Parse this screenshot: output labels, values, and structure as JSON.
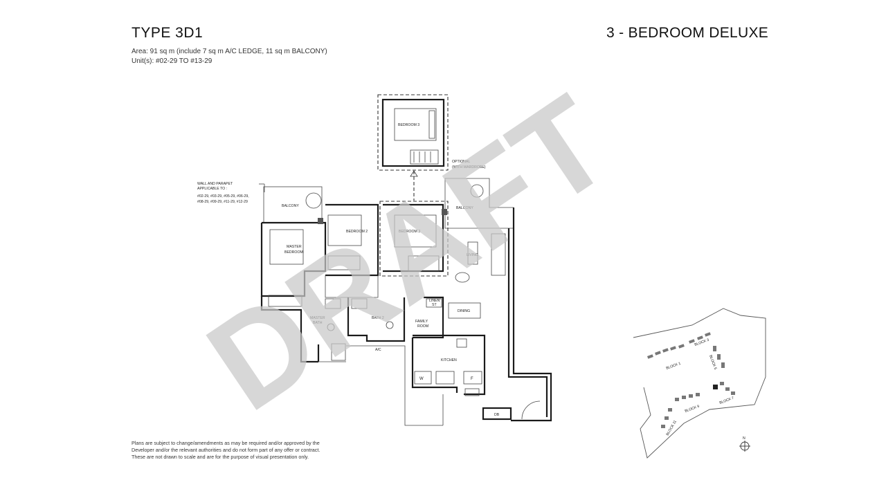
{
  "header": {
    "type_title": "TYPE 3D1",
    "plan_title": "3 - BEDROOM DELUXE",
    "area": "Area: 91 sq m (include 7 sq m A/C LEDGE, 11 sq m BALCONY)",
    "units": "Unit(s): #02-29 TO #13-29"
  },
  "floorplan": {
    "rooms": {
      "bedroom3_optional": "BEDROOM 3",
      "optional_note_1": "OPTIONAL",
      "optional_note_2": "(WITH WARDROBE)",
      "balcony_left": "BALCONY",
      "balcony_right": "BALCONY",
      "bedroom2": "BEDROOM 2",
      "bedroom3": "BEDROOM 3",
      "master_bedroom_1": "MASTER",
      "master_bedroom_2": "BEDROOM",
      "living": "LIVING",
      "linen_1": "LINEN",
      "linen_2": "ST",
      "dining": "DINING",
      "master_bath_1": "MASTER",
      "master_bath_2": "BATH",
      "bath2": "BATH 2",
      "family_room_1": "FAMILY",
      "family_room_2": "ROOM",
      "ac": "A/C",
      "kitchen": "KITCHEN",
      "washer": "W",
      "fridge": "F",
      "db": "DB"
    },
    "wall_note": [
      "WALL AND PARAPET",
      "APPLICABLE TO :",
      "#02-29, #03-29, #05-29, #06-29,",
      "#08-29, #09-29, #11-29, #12-29"
    ],
    "watermark": "DRAFT"
  },
  "site_plan": {
    "blocks": [
      "BLOCK 1",
      "BLOCK 3",
      "BLOCK 5",
      "BLOCK 7",
      "BLOCK 9",
      "BLOCK 11"
    ],
    "north": "N"
  },
  "disclaimer": [
    "Plans are subject to change/amendments as may be required and/or approved by the",
    "Developer and/or the relevant authorities and do not form part of any offer or contract.",
    "These are not drawn to scale and are for the purpose of visual presentation only."
  ]
}
